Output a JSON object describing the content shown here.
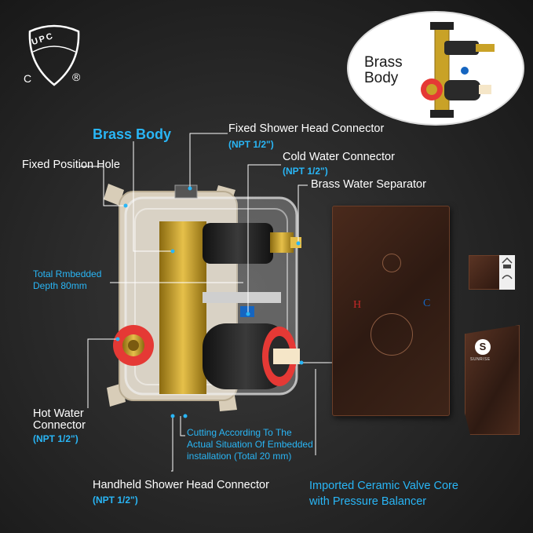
{
  "certification": {
    "upc": "UPC",
    "c": "C",
    "r": "®"
  },
  "inset": {
    "title_line1": "Brass",
    "title_line2": "Body"
  },
  "labels": {
    "brass_body": "Brass Body",
    "fixed_shower": "Fixed Shower Head Connector",
    "fixed_shower_npt": "(NPT 1/2\")",
    "cold_water": "Cold Water Connector",
    "cold_water_npt": "(NPT 1/2\")",
    "separator": "Brass Water Separator",
    "fixed_hole": "Fixed Position Hole",
    "depth_line1": "Total Rmbedded",
    "depth_line2": "Depth 80mm",
    "hot_water_line1": "Hot Water",
    "hot_water_line2": "Connector",
    "hot_water_npt": "(NPT 1/2\")",
    "cutting_line1": "Cutting According To The",
    "cutting_line2": "Actual Situation Of Embedded",
    "cutting_line3": "installation (Total 20 mm)",
    "handheld": "Handheld Shower Head Connector",
    "handheld_npt": "(NPT 1/2\")",
    "ceramic_line1": "Imported Ceramic Valve Core",
    "ceramic_line2": "with Pressure Balancer"
  },
  "plate": {
    "hot": "H",
    "cold": "C"
  },
  "brand": {
    "logo_letter": "S",
    "name": "SUNRISE"
  },
  "colors": {
    "accent_blue": "#29b6f6",
    "brass": "#c9a227",
    "hot_red": "#e53935",
    "bronze": "#3d2418"
  }
}
